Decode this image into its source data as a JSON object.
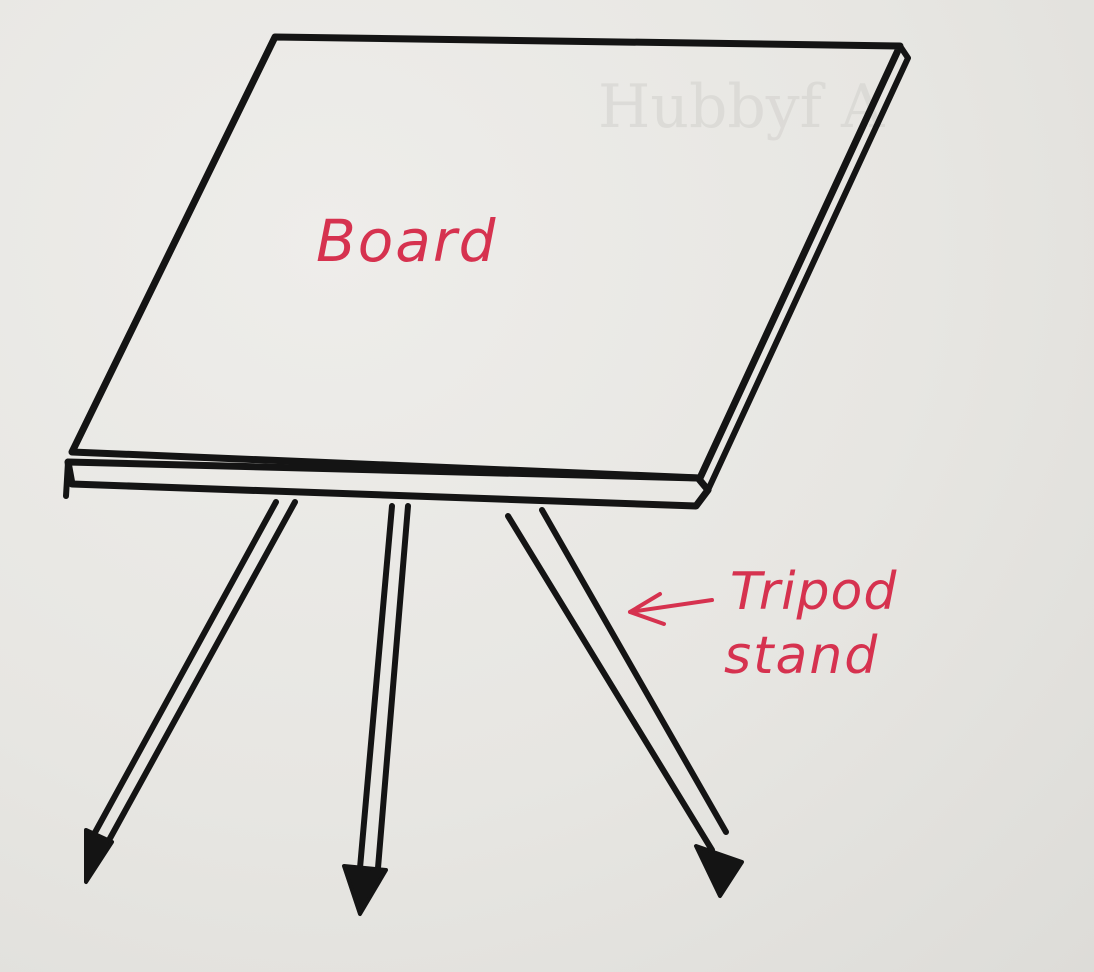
{
  "diagram": {
    "board_label": "Board",
    "stand_label_line1": "Tripod",
    "stand_label_line2": "stand",
    "colors": {
      "paper": "#e6e5e1",
      "ink": "#141414",
      "label_ink": "#d6324f"
    }
  }
}
